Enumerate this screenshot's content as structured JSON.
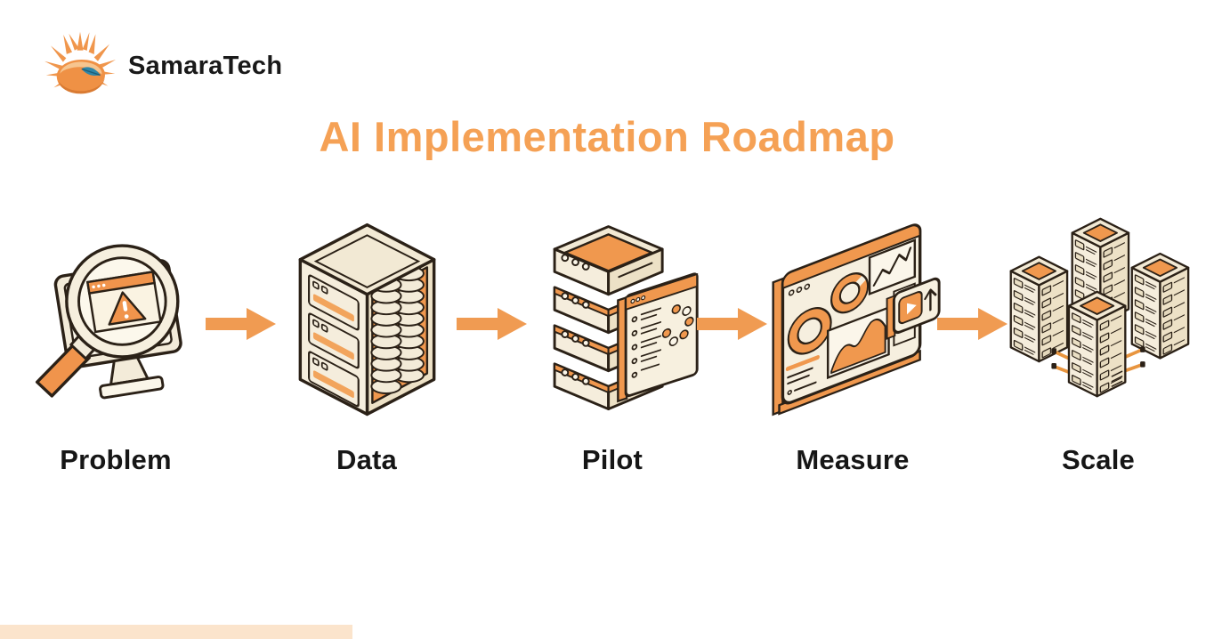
{
  "header": {
    "brand": "SamaraTech"
  },
  "title": "AI Implementation Roadmap",
  "stages": [
    {
      "label": "Problem",
      "icon": "problem-magnifier-warning-icon"
    },
    {
      "label": "Data",
      "icon": "data-server-cabinet-icon"
    },
    {
      "label": "Pilot",
      "icon": "pilot-server-stack-icon"
    },
    {
      "label": "Measure",
      "icon": "measure-dashboard-icon"
    },
    {
      "label": "Scale",
      "icon": "scale-server-cluster-icon"
    }
  ],
  "icons": {
    "logo": "samara-sun-logo-icon",
    "arrow": "arrow-right-icon"
  },
  "colors": {
    "accent_orange": "#F0984E",
    "title_orange": "#F5A155",
    "arrow_orange": "#F09B52",
    "cream": "#F5EDDC",
    "cream_dark": "#EDE1C6",
    "outline": "#2B2117",
    "bottom_bar": "#FBE4CC",
    "logo_blue": "#2E86A8"
  }
}
